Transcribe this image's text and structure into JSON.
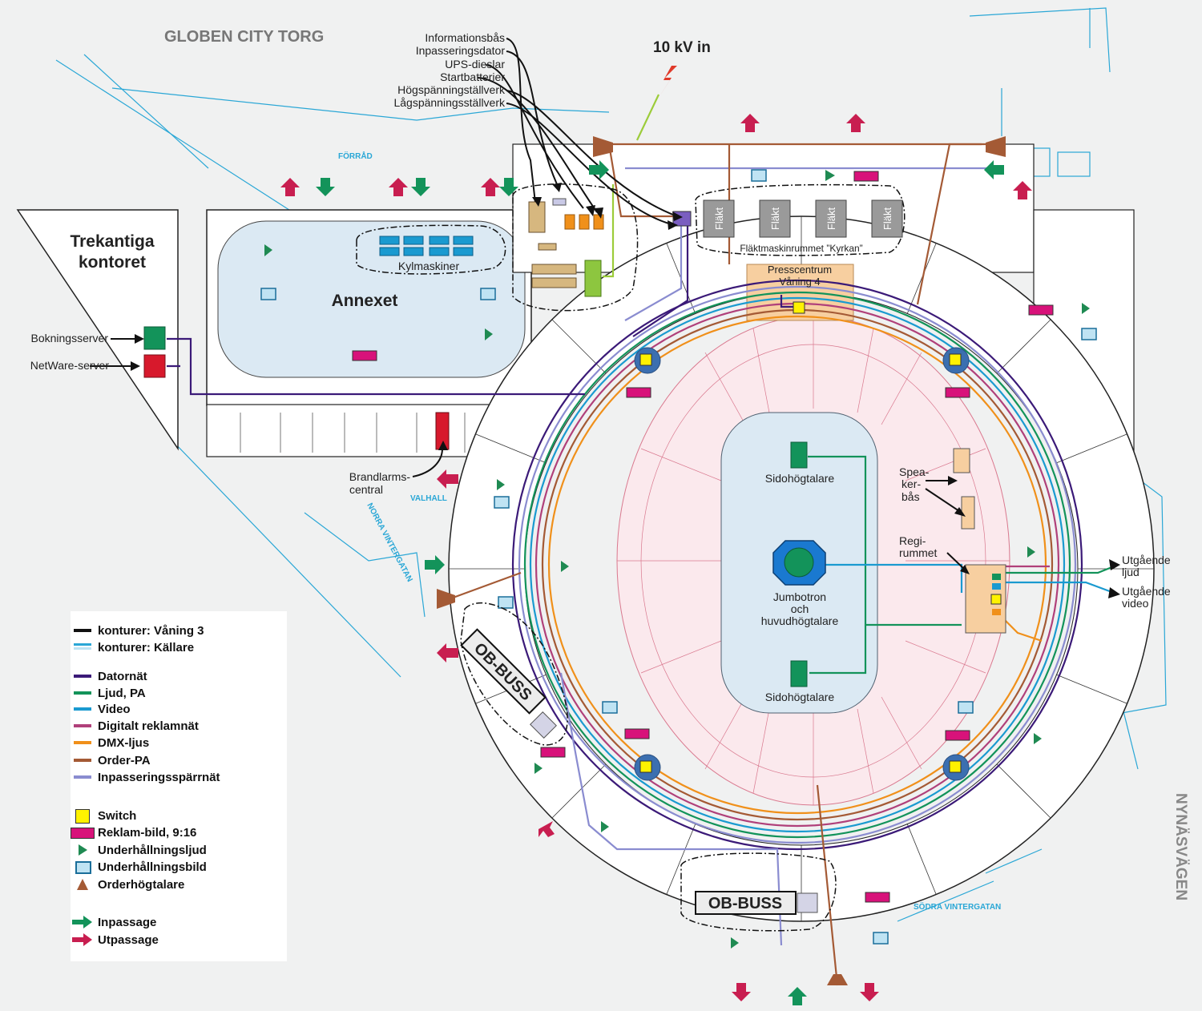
{
  "title_labels": {
    "top_left_street": "GLOBEN CITY TORG",
    "right_street": "NYNÄSVÄGEN",
    "power_in": "10 kV in",
    "forrad": "FÖRRÅD",
    "valhall": "VALHALL",
    "norra_vintergatan": "NORRA VINTERGATAN",
    "sodra_vintergatan": "SÖDRA VINTERGATAN"
  },
  "buildings": {
    "trekantiga_line1": "Trekantiga",
    "trekantiga_line2": "kontoret",
    "annexet": "Annexet",
    "kylmaskiner": "Kylmaskiner",
    "flaktrummet": "Fläktmaskinrummet ”Kyrkan”",
    "flakt_label": "Fläkt",
    "presscentrum_line1": "Presscentrum",
    "presscentrum_line2": "Våning 4",
    "ob_buss": "OB-BUSS"
  },
  "callouts": {
    "informationsbas": "Informationsbås",
    "inpasseringsdator": "Inpasseringsdator",
    "ups": "UPS-dieslar",
    "startbatterier": "Startbatterier",
    "hogspanning": "Högspänningställverk",
    "lagspanning": "Lågspänningsställverk",
    "bokningsserver": "Bokningsserver",
    "netware": "NetWare-server",
    "brandlarm_line1": "Brandlarms-",
    "brandlarm_line2": "central",
    "speaker_line1": "Speа-",
    "speaker_line2": "ker-",
    "speaker_line3": "bås",
    "regi_line1": "Regi-",
    "regi_line2": "rummet",
    "utgaende_ljud_1": "Utgående",
    "utgaende_ljud_2": "ljud",
    "utgaende_video_1": "Utgående",
    "utgaende_video_2": "video",
    "sidohogtalare_top": "Sidohögtalare",
    "sidohogtalare_bottom": "Sidohögtalare",
    "jumbotron_1": "Jumbotron",
    "jumbotron_2": "och",
    "jumbotron_3": "huvudhögtalare"
  },
  "legend": {
    "items": [
      {
        "label": "konturer: Våning 3",
        "color": "#111111",
        "kind": "line"
      },
      {
        "label": "konturer: Källare",
        "color": "#2aa7d6",
        "kind": "line2"
      },
      {
        "label": "Datornät",
        "color": "#3b1a78",
        "kind": "line"
      },
      {
        "label": "Ljud, PA",
        "color": "#13935a",
        "kind": "line"
      },
      {
        "label": "Video",
        "color": "#1a9ad0",
        "kind": "line"
      },
      {
        "label": "Digitalt reklamnät",
        "color": "#b0407a",
        "kind": "line"
      },
      {
        "label": "DMX-ljus",
        "color": "#f0901a",
        "kind": "line"
      },
      {
        "label": "Order-PA",
        "color": "#a45a35",
        "kind": "line"
      },
      {
        "label": "Inpasseringsspärrnät",
        "color": "#8a8cd0",
        "kind": "line"
      },
      {
        "label": "Switch",
        "color": "#fff200",
        "kind": "square"
      },
      {
        "label": "Reklam-bild, 9:16",
        "color": "#d8127a",
        "kind": "rect"
      },
      {
        "label": "Underhållningsljud",
        "color": "#1f8a52",
        "kind": "speaker"
      },
      {
        "label": "Underhållningsbild",
        "color": "#2aa7d6",
        "kind": "screen"
      },
      {
        "label": "Orderhögtalare",
        "color": "#a45a35",
        "kind": "horn"
      },
      {
        "label": "Inpassage",
        "color": "#13935a",
        "kind": "arrow"
      },
      {
        "label": "Utpassage",
        "color": "#c81e50",
        "kind": "arrow2"
      }
    ]
  },
  "colors": {
    "datornat": "#3b1a78",
    "ljud": "#13935a",
    "video": "#1a9ad0",
    "reklam": "#b0407a",
    "dmx": "#f0901a",
    "order": "#a45a35",
    "inpassering": "#8a8cd0",
    "switch": "#fff200",
    "ad_screen": "#d8127a",
    "exit": "#c81e50",
    "entry": "#13935a",
    "rink": "#dbe9f3",
    "presscentrum": "#f7cfa0"
  }
}
